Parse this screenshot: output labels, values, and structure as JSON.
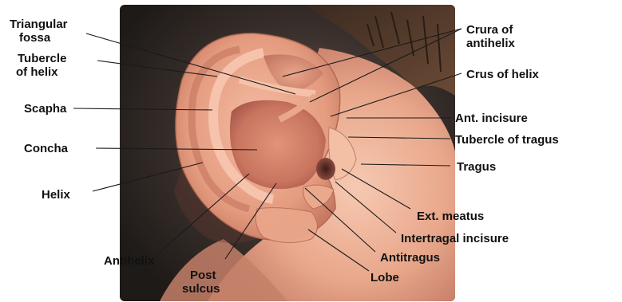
{
  "labels": {
    "triangular_fossa": [
      "Triangular",
      "fossa"
    ],
    "tubercle_of_helix": [
      "Tubercle",
      "of helix"
    ],
    "scapha": "Scapha",
    "concha": "Concha",
    "helix": "Helix",
    "antihelix": "Antihelix",
    "post_sulcus": [
      "Post",
      "sulcus"
    ],
    "crura_of_antihelix": [
      "Crura of",
      "antihelix"
    ],
    "crus_of_helix": "Crus of helix",
    "ant_incisure": "Ant. incisure",
    "tubercle_of_tragus": "Tubercle of tragus",
    "tragus": "Tragus",
    "ext_meatus": "Ext. meatus",
    "intertragal_incisure": "Intertragal incisure",
    "antitragus": "Antitragus",
    "lobe": "Lobe"
  },
  "colors": {
    "background": "#ffffff",
    "skin_light": "#f2b9a0",
    "skin_mid": "#d98c70",
    "skin_dark": "#a9584a",
    "hair": "#4a3426",
    "shadow": "#2a2220",
    "text": "#111111"
  }
}
